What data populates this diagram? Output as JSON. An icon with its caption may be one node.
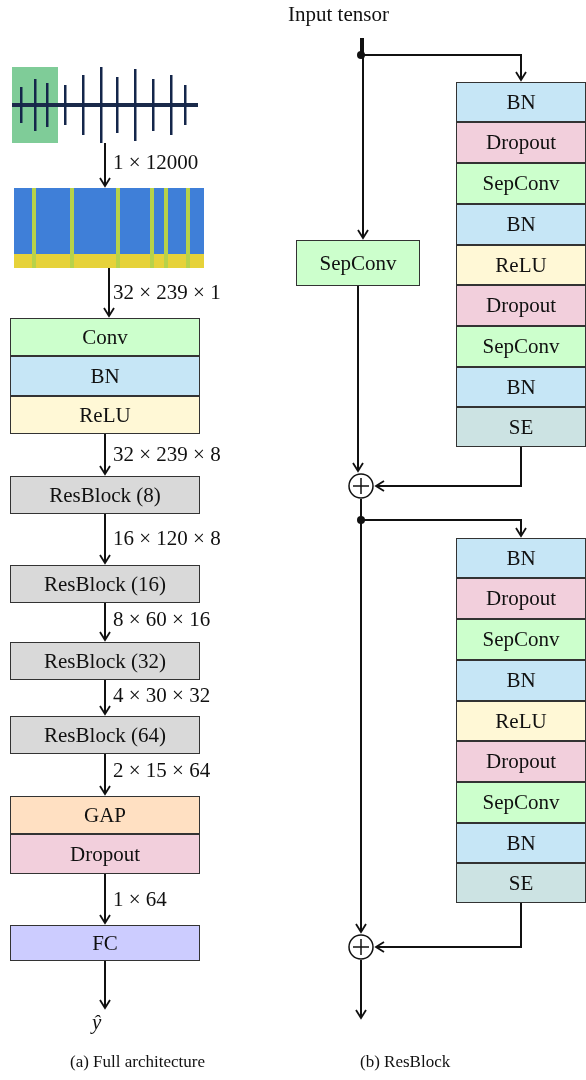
{
  "diagram": {
    "nodes": [
      {
        "text": [],
        "shape": "picture"
      },
      {
        "text": [],
        "shape": "picture"
      },
      {
        "text": [
          "Conv"
        ]
      },
      {
        "text": [
          "BN"
        ]
      },
      {
        "text": [
          "ReLU"
        ]
      },
      {
        "text": [
          "ResBlock (8)"
        ]
      },
      {
        "text": [
          "ResBlock (16)"
        ]
      },
      {
        "text": [
          "ResBlock (32)"
        ]
      },
      {
        "text": [
          "ResBlock (64)"
        ]
      },
      {
        "text": [
          "GAP"
        ]
      },
      {
        "text": [
          "Dropout"
        ]
      },
      {
        "text": [
          "FC"
        ]
      },
      {
        "text": [
          "ŷ"
        ]
      },
      {
        "text": [
          "Input tensor"
        ]
      },
      {
        "text": [
          "SepConv"
        ]
      },
      {
        "text": [
          "BN"
        ]
      },
      {
        "text": [
          "Dropout"
        ]
      },
      {
        "text": [
          "SepConv"
        ]
      },
      {
        "text": [
          "BN"
        ]
      },
      {
        "text": [
          "ReLU"
        ]
      },
      {
        "text": [
          "Dropout"
        ]
      },
      {
        "text": [
          "SepConv"
        ]
      },
      {
        "text": [
          "BN"
        ]
      },
      {
        "text": [
          "SE"
        ]
      },
      {
        "text": [],
        "shape": "circle"
      },
      {
        "text": [
          "BN"
        ]
      },
      {
        "text": [
          "Dropout"
        ]
      },
      {
        "text": [
          "SepConv"
        ]
      },
      {
        "text": [
          "BN"
        ]
      },
      {
        "text": [
          "ReLU"
        ]
      },
      {
        "text": [
          "Dropout"
        ]
      },
      {
        "text": [
          "SepConv"
        ]
      },
      {
        "text": [
          "BN"
        ]
      },
      {
        "text": [
          "SE"
        ]
      },
      {
        "text": [],
        "shape": "circle"
      }
    ],
    "edges": [
      {
        "from": 0,
        "to": 1,
        "arrow": "to",
        "label": "1 × 12000"
      },
      {
        "from": 1,
        "to": 2,
        "arrow": "to",
        "label": "32 × 239 × 1"
      },
      {
        "from": 4,
        "to": 5,
        "arrow": "to",
        "label": "32 × 239 × 8"
      },
      {
        "from": 5,
        "to": 6,
        "arrow": "to",
        "label": "16 × 120 × 8"
      },
      {
        "from": 6,
        "to": 7,
        "arrow": "to",
        "label": "8 × 60 × 16"
      },
      {
        "from": 7,
        "to": 8,
        "arrow": "to",
        "label": "4 × 30 × 32"
      },
      {
        "from": 8,
        "to": 9,
        "arrow": "to",
        "label": "2 × 15 × 64"
      },
      {
        "from": 10,
        "to": 11,
        "arrow": "to",
        "label": "1 × 64"
      },
      {
        "from": 11,
        "to": 12,
        "arrow": "to"
      },
      {
        "from": 13,
        "to": 14,
        "arrow": "to"
      },
      {
        "from": 13,
        "to": 15,
        "arrow": "to"
      },
      {
        "from": 14,
        "to": 24,
        "arrow": "to"
      },
      {
        "from": 23,
        "to": 24,
        "arrow": "to"
      },
      {
        "from": 24,
        "to": 34,
        "arrow": "to"
      },
      {
        "from": 24,
        "to": 25,
        "arrow": "to"
      },
      {
        "from": 33,
        "to": 34,
        "arrow": "to"
      },
      {
        "from": 34,
        "to": null,
        "arrow": "to"
      }
    ],
    "labels": [
      "(a) Full architecture",
      "(b) ResBlock"
    ]
  }
}
